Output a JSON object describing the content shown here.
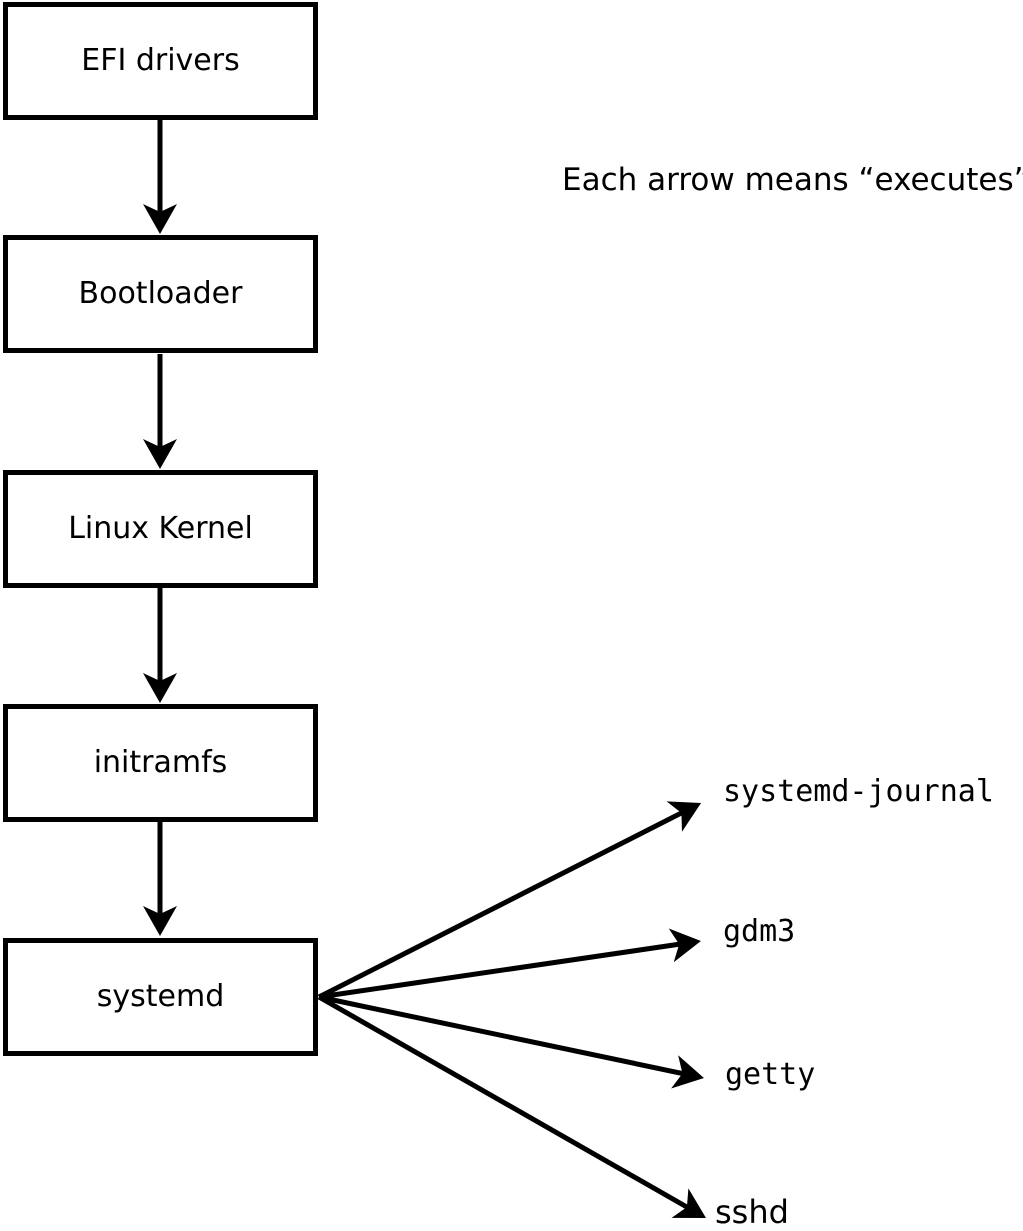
{
  "note": "Each arrow means “executes”.",
  "boxes": [
    {
      "label": "EFI drivers"
    },
    {
      "label": "Bootloader"
    },
    {
      "label": "Linux Kernel"
    },
    {
      "label": "initramfs"
    },
    {
      "label": "systemd"
    }
  ],
  "targets": [
    {
      "label": "systemd-journal"
    },
    {
      "label": "gdm3"
    },
    {
      "label": "getty"
    },
    {
      "label": "sshd"
    }
  ],
  "edges": [
    {
      "from": "EFI drivers",
      "to": "Bootloader",
      "meaning": "executes"
    },
    {
      "from": "Bootloader",
      "to": "Linux Kernel",
      "meaning": "executes"
    },
    {
      "from": "Linux Kernel",
      "to": "initramfs",
      "meaning": "executes"
    },
    {
      "from": "initramfs",
      "to": "systemd",
      "meaning": "executes"
    },
    {
      "from": "systemd",
      "to": "systemd-journal",
      "meaning": "executes"
    },
    {
      "from": "systemd",
      "to": "gdm3",
      "meaning": "executes"
    },
    {
      "from": "systemd",
      "to": "getty",
      "meaning": "executes"
    },
    {
      "from": "systemd",
      "to": "sshd",
      "meaning": "executes"
    }
  ],
  "colors": {
    "line": "#000000",
    "text": "#000000",
    "background": "#ffffff"
  }
}
